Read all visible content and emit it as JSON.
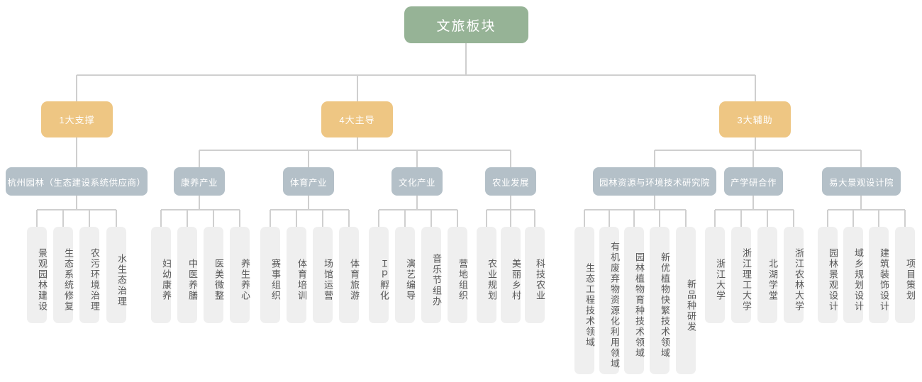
{
  "diagram": {
    "title_text": "文旅板块",
    "colors": {
      "root": "#96b396",
      "level2": "#eec683",
      "level3": "#b4c0c8",
      "leaf_bg": "#efefef",
      "leaf_text": "#595959",
      "connector": "#cfcfcf",
      "background": "#ffffff"
    },
    "root": {
      "label": "文旅板块"
    },
    "level2": [
      {
        "label": "1大支撑"
      },
      {
        "label": "4大主导"
      },
      {
        "label": "3大辅助"
      }
    ],
    "level3": [
      {
        "label": "杭州园林（生态建设系统供应商）"
      },
      {
        "label": "康养产业"
      },
      {
        "label": "体育产业"
      },
      {
        "label": "文化产业"
      },
      {
        "label": "农业发展"
      },
      {
        "label": "园林资源与环境技术研究院"
      },
      {
        "label": "产学研合作"
      },
      {
        "label": "易大景观设计院"
      }
    ],
    "leaves": [
      {
        "label": "景观园林建设"
      },
      {
        "label": "生态系统修复"
      },
      {
        "label": "农污环境治理"
      },
      {
        "label": "水生态治理"
      },
      {
        "label": "妇幼康养"
      },
      {
        "label": "中医养膳"
      },
      {
        "label": "医美微整"
      },
      {
        "label": "养生养心"
      },
      {
        "label": "赛事组织"
      },
      {
        "label": "体育培训"
      },
      {
        "label": "场馆运营"
      },
      {
        "label": "体育旅游"
      },
      {
        "label": "Ｉｐ孵化"
      },
      {
        "label": "演艺编导"
      },
      {
        "label": "音乐节组办"
      },
      {
        "label": "营地组织"
      },
      {
        "label": "农业规划"
      },
      {
        "label": "美丽乡村"
      },
      {
        "label": "科技农业"
      },
      {
        "label": "生态工程技术领域"
      },
      {
        "label": "有机废弃物资源化利用领域"
      },
      {
        "label": "园林植物育种技术领域"
      },
      {
        "label": "新优植物快繁技术领域"
      },
      {
        "label": "新品种研发"
      },
      {
        "label": "浙江大学"
      },
      {
        "label": "浙江理工大学"
      },
      {
        "label": "北湖学堂"
      },
      {
        "label": "浙江农林大学"
      },
      {
        "label": "园林景观设计"
      },
      {
        "label": "域乡规划设计"
      },
      {
        "label": "建筑装饰设计"
      },
      {
        "label": "项目策划"
      }
    ]
  }
}
